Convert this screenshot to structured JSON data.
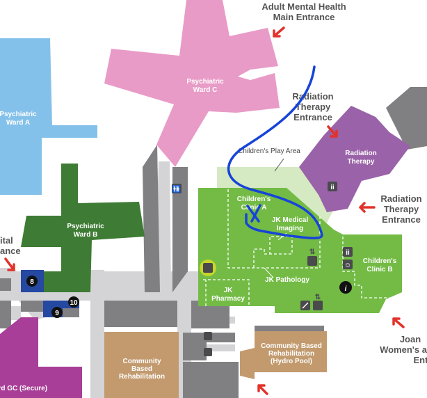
{
  "buildings": {
    "psych_ward_a": [
      "Psychiatric",
      "Ward A"
    ],
    "psych_ward_b": [
      "Psychiatric",
      "Ward B"
    ],
    "psych_ward_c": [
      "Psychiatric",
      "Ward C"
    ],
    "radiation_therapy": [
      "Radiation",
      "Therapy"
    ],
    "childrens_clinic_a": [
      "Children's",
      "Clinic A"
    ],
    "childrens_clinic_b": [
      "Children's",
      "Clinic B"
    ],
    "jk_medical_imaging": [
      "JK Medical",
      "Imaging"
    ],
    "jk_pathology": "JK Pathology",
    "jk_pharmacy": [
      "JK",
      "Pharmacy"
    ],
    "community_rehab": [
      "Community",
      "Based",
      "Rehabilitation"
    ],
    "hydro_pool": [
      "Community Based",
      "Rehabilitation",
      "(Hydro Pool)"
    ],
    "ward_gc": "ard GC (Secure)",
    "play_area": "Children's Play Area"
  },
  "entrances": {
    "adult_mental_health": [
      "Adult Mental Health",
      "Main Entrance"
    ],
    "radiation_top": [
      "Radiation",
      "Therapy",
      "Entrance"
    ],
    "radiation_right": [
      "Radiation",
      "Therapy",
      "Entrance"
    ],
    "hospital_left": [
      "ital",
      "ance"
    ],
    "joan_womens": [
      "Joan",
      "Women's a",
      "Ent"
    ]
  },
  "markers": [
    "8",
    "9",
    "10"
  ],
  "colors": {
    "pink": "#e99bc7",
    "light_blue": "#84c1ea",
    "dark_green": "#3e7b34",
    "purple": "#9a62a8",
    "green": "#73bb45",
    "play": "#d5e9c3",
    "tan": "#c29a6e",
    "magenta": "#a83e97",
    "blue_room": "#2548a0",
    "arrow": "#e2322b",
    "annotation": "#1744d8"
  }
}
